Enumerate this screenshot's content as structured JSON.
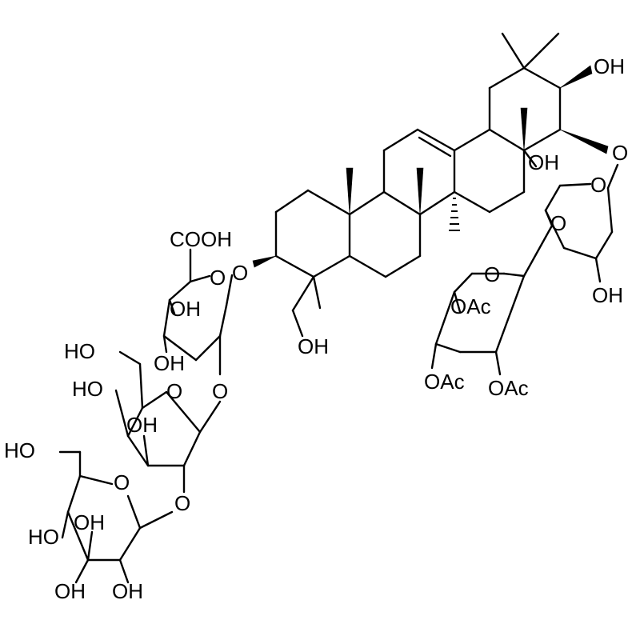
{
  "structure": {
    "atom_labels": {
      "oh_top": "OH",
      "o_ring_e": "O",
      "oh_e19": "OH",
      "o_xyl_ring": "O",
      "o_xyl_4": "O",
      "oh_xyl_3": "OH",
      "o_ara_ring": "O",
      "oac_a": "OAc",
      "oac_b": "OAc",
      "oac_c": "OAc",
      "cooh": "COOH",
      "o_glcA_link": "O",
      "o_glcA_ring": "O",
      "oh_glcA_a": "OH",
      "oh_glcA_b": "OH",
      "oh_c23": "OH",
      "o_glcA_2": "O",
      "ho_gal_ch2": "HO",
      "ho_gal_4": "HO",
      "o_gal_ring": "O",
      "oh_gal_3": "OH",
      "o_gal_2": "O",
      "ho_glc_ch2": "HO",
      "o_glc_ring": "O",
      "ho_glc_4": "HO",
      "oh_glc_3": "OH",
      "oh_glc_2": "OH",
      "oh_glc_1": "OH"
    }
  }
}
